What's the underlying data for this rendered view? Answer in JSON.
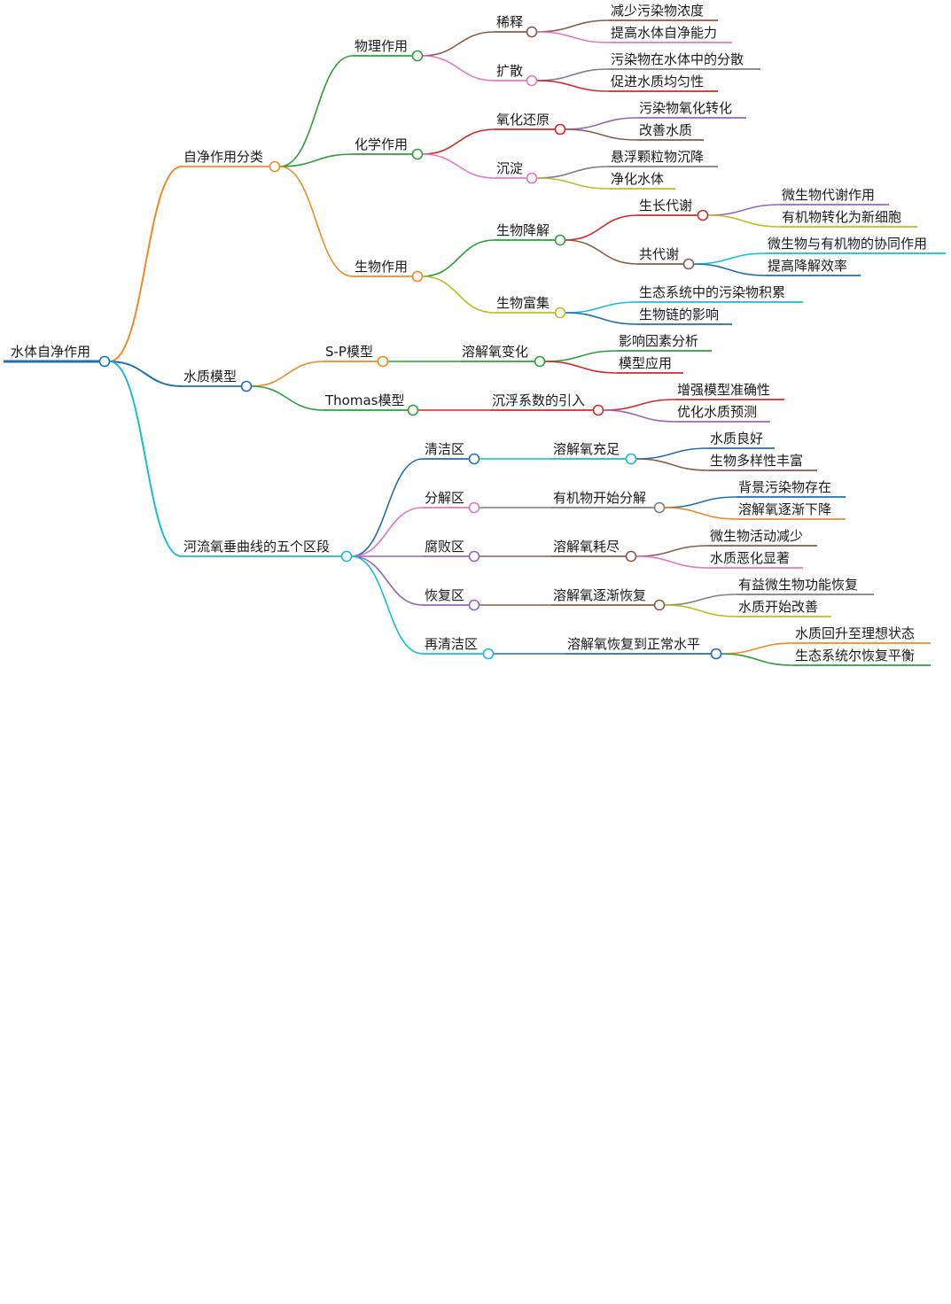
{
  "root": {
    "text": "水体自净作用",
    "color": "#1f6fb2",
    "children": [
      {
        "text": "自净作用分类",
        "color": "#f08a24",
        "children": [
          {
            "text": "物理作用",
            "color": "#2e9e3a",
            "children": [
              {
                "text": "稀释",
                "color": "#8c5a4a",
                "children": [
                  {
                    "text": "减少污染物浓度",
                    "color": "#8c5a4a"
                  },
                  {
                    "text": "提高水体自净能力",
                    "color": "#e377c2"
                  }
                ]
              },
              {
                "text": "扩散",
                "color": "#e377c2",
                "children": [
                  {
                    "text": "污染物在水体中的分散",
                    "color": "#7f7f7f"
                  },
                  {
                    "text": "促进水质均匀性",
                    "color": "#d62728"
                  }
                ]
              }
            ]
          },
          {
            "text": "化学作用",
            "color": "#2e9e3a",
            "children": [
              {
                "text": "氧化还原",
                "color": "#d62728",
                "children": [
                  {
                    "text": "污染物氧化转化",
                    "color": "#9467bd"
                  },
                  {
                    "text": "改善水质",
                    "color": "#8c5a4a"
                  }
                ]
              },
              {
                "text": "沉淀",
                "color": "#e377c2",
                "children": [
                  {
                    "text": "悬浮颗粒物沉降",
                    "color": "#7f7f7f"
                  },
                  {
                    "text": "净化水体",
                    "color": "#bcbd22"
                  }
                ]
              }
            ]
          },
          {
            "text": "生物作用",
            "color": "#f08a24",
            "children": [
              {
                "text": "生物降解",
                "color": "#2e9e3a",
                "children": [
                  {
                    "text": "生长代谢",
                    "color": "#d62728",
                    "children": [
                      {
                        "text": "微生物代谢作用",
                        "color": "#9467bd"
                      },
                      {
                        "text": "有机物转化为新细胞",
                        "color": "#bcbd22"
                      }
                    ]
                  },
                  {
                    "text": "共代谢",
                    "color": "#8c5a4a",
                    "children": [
                      {
                        "text": "微生物与有机物的协同作用",
                        "color": "#17becf"
                      },
                      {
                        "text": "提高降解效率",
                        "color": "#1f6fb2"
                      }
                    ]
                  }
                ]
              },
              {
                "text": "生物富集",
                "color": "#bcbd22",
                "children": [
                  {
                    "text": "生态系统中的污染物积累",
                    "color": "#17becf"
                  },
                  {
                    "text": "生物链的影响",
                    "color": "#1f6fb2"
                  }
                ]
              }
            ]
          }
        ]
      },
      {
        "text": "水质模型",
        "color": "#1f6fb2",
        "children": [
          {
            "text": "S-P模型",
            "color": "#f08a24",
            "children": [
              {
                "text": "溶解氧变化",
                "color": "#2e9e3a",
                "children": [
                  {
                    "text": "影响因素分析",
                    "color": "#2e9e3a"
                  },
                  {
                    "text": "模型应用",
                    "color": "#d62728"
                  }
                ]
              }
            ]
          },
          {
            "text": "Thomas模型",
            "color": "#2e9e3a",
            "children": [
              {
                "text": "沉浮系数的引入",
                "color": "#d62728",
                "children": [
                  {
                    "text": "增强模型准确性",
                    "color": "#d62728"
                  },
                  {
                    "text": "优化水质预测",
                    "color": "#9467bd"
                  }
                ]
              }
            ]
          }
        ]
      },
      {
        "text": "河流氧垂曲线的五个区段",
        "color": "#17becf",
        "children": [
          {
            "text": "清洁区",
            "color": "#1f6fb2",
            "children": [
              {
                "text": "溶解氧充足",
                "color": "#17becf",
                "children": [
                  {
                    "text": "水质良好",
                    "color": "#1f6fb2"
                  },
                  {
                    "text": "生物多样性丰富",
                    "color": "#8c5a4a"
                  }
                ]
              }
            ]
          },
          {
            "text": "分解区",
            "color": "#e377c2",
            "children": [
              {
                "text": "有机物开始分解",
                "color": "#7f7f7f",
                "children": [
                  {
                    "text": "背景污染物存在",
                    "color": "#1f6fb2"
                  },
                  {
                    "text": "溶解氧逐渐下降",
                    "color": "#f08a24"
                  }
                ]
              }
            ]
          },
          {
            "text": "腐败区",
            "color": "#9467bd",
            "children": [
              {
                "text": "溶解氧耗尽",
                "color": "#8c5a4a",
                "children": [
                  {
                    "text": "微生物活动减少",
                    "color": "#8c5a4a"
                  },
                  {
                    "text": "水质恶化显著",
                    "color": "#e377c2"
                  }
                ]
              }
            ]
          },
          {
            "text": "恢复区",
            "color": "#9467bd",
            "children": [
              {
                "text": "溶解氧逐渐恢复",
                "color": "#8c5a4a",
                "children": [
                  {
                    "text": "有益微生物功能恢复",
                    "color": "#7f7f7f"
                  },
                  {
                    "text": "水质开始改善",
                    "color": "#bcbd22"
                  }
                ]
              }
            ]
          },
          {
            "text": "再清洁区",
            "color": "#17becf",
            "children": [
              {
                "text": "溶解氧恢复到正常水平",
                "color": "#1f6fb2",
                "children": [
                  {
                    "text": "水质回升至理想状态",
                    "color": "#f08a24"
                  },
                  {
                    "text": "生态系统尔恢复平衡",
                    "color": "#2e9e3a"
                  }
                ]
              }
            ]
          }
        ]
      }
    ]
  }
}
